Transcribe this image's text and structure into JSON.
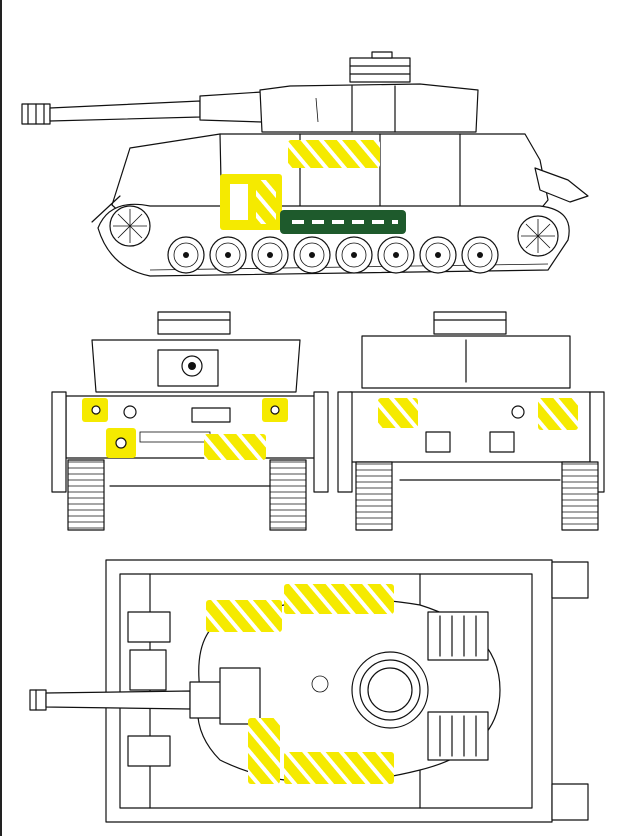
{
  "colors": {
    "highlight_yellow": "#f5ea00",
    "highlight_green": "#1e5a2c",
    "line": "#111111",
    "paper": "#ffffff"
  },
  "views": [
    {
      "id": "side",
      "highlights": [
        "yellow-turret-side",
        "yellow-hull-door",
        "green-fender-strip"
      ]
    },
    {
      "id": "front",
      "highlights": [
        "yellow-small-1",
        "yellow-small-2",
        "yellow-small-3",
        "yellow-small-4",
        "yellow-plate-front"
      ]
    },
    {
      "id": "rear",
      "highlights": [
        "yellow-rear-left",
        "yellow-rear-right"
      ]
    },
    {
      "id": "top",
      "highlights": [
        "yellow-top-1",
        "yellow-top-2",
        "yellow-top-3",
        "yellow-top-4"
      ]
    }
  ]
}
